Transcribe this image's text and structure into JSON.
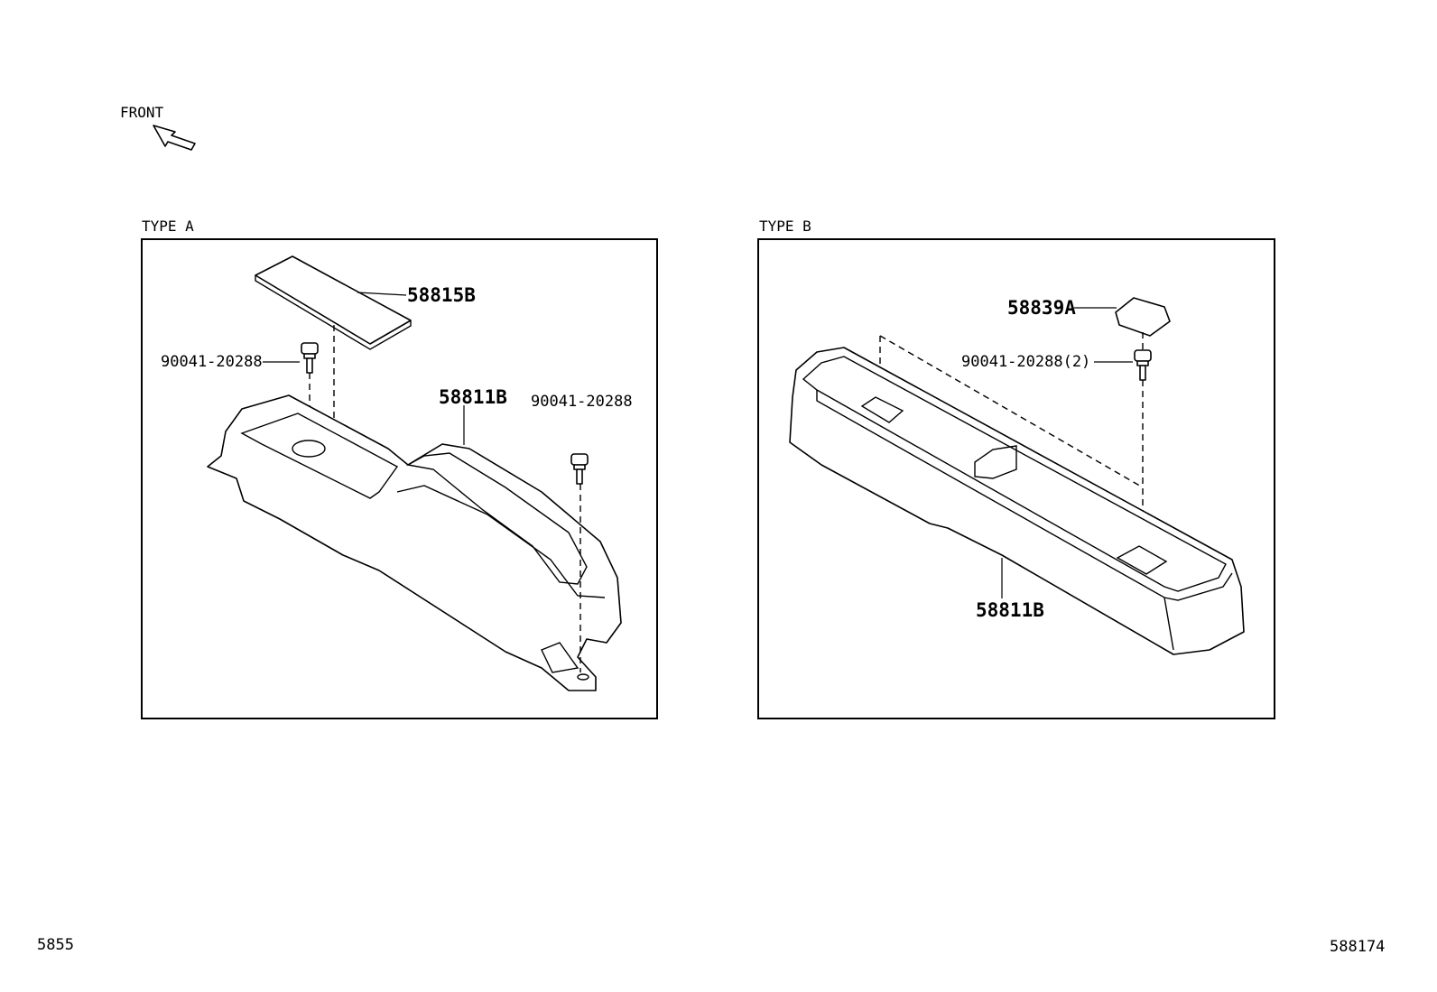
{
  "header": {
    "front_label": "FRONT"
  },
  "type_a": {
    "title": "TYPE A",
    "parts": {
      "cover": "58815B",
      "bolt_left": "90041-20288",
      "console": "58811B",
      "bolt_right": "90041-20288"
    }
  },
  "type_b": {
    "title": "TYPE B",
    "parts": {
      "cap": "58839A",
      "bolt": "90041-20288(2)",
      "console": "58811B"
    }
  },
  "footer": {
    "left_code": "5855",
    "right_code": "588174"
  }
}
